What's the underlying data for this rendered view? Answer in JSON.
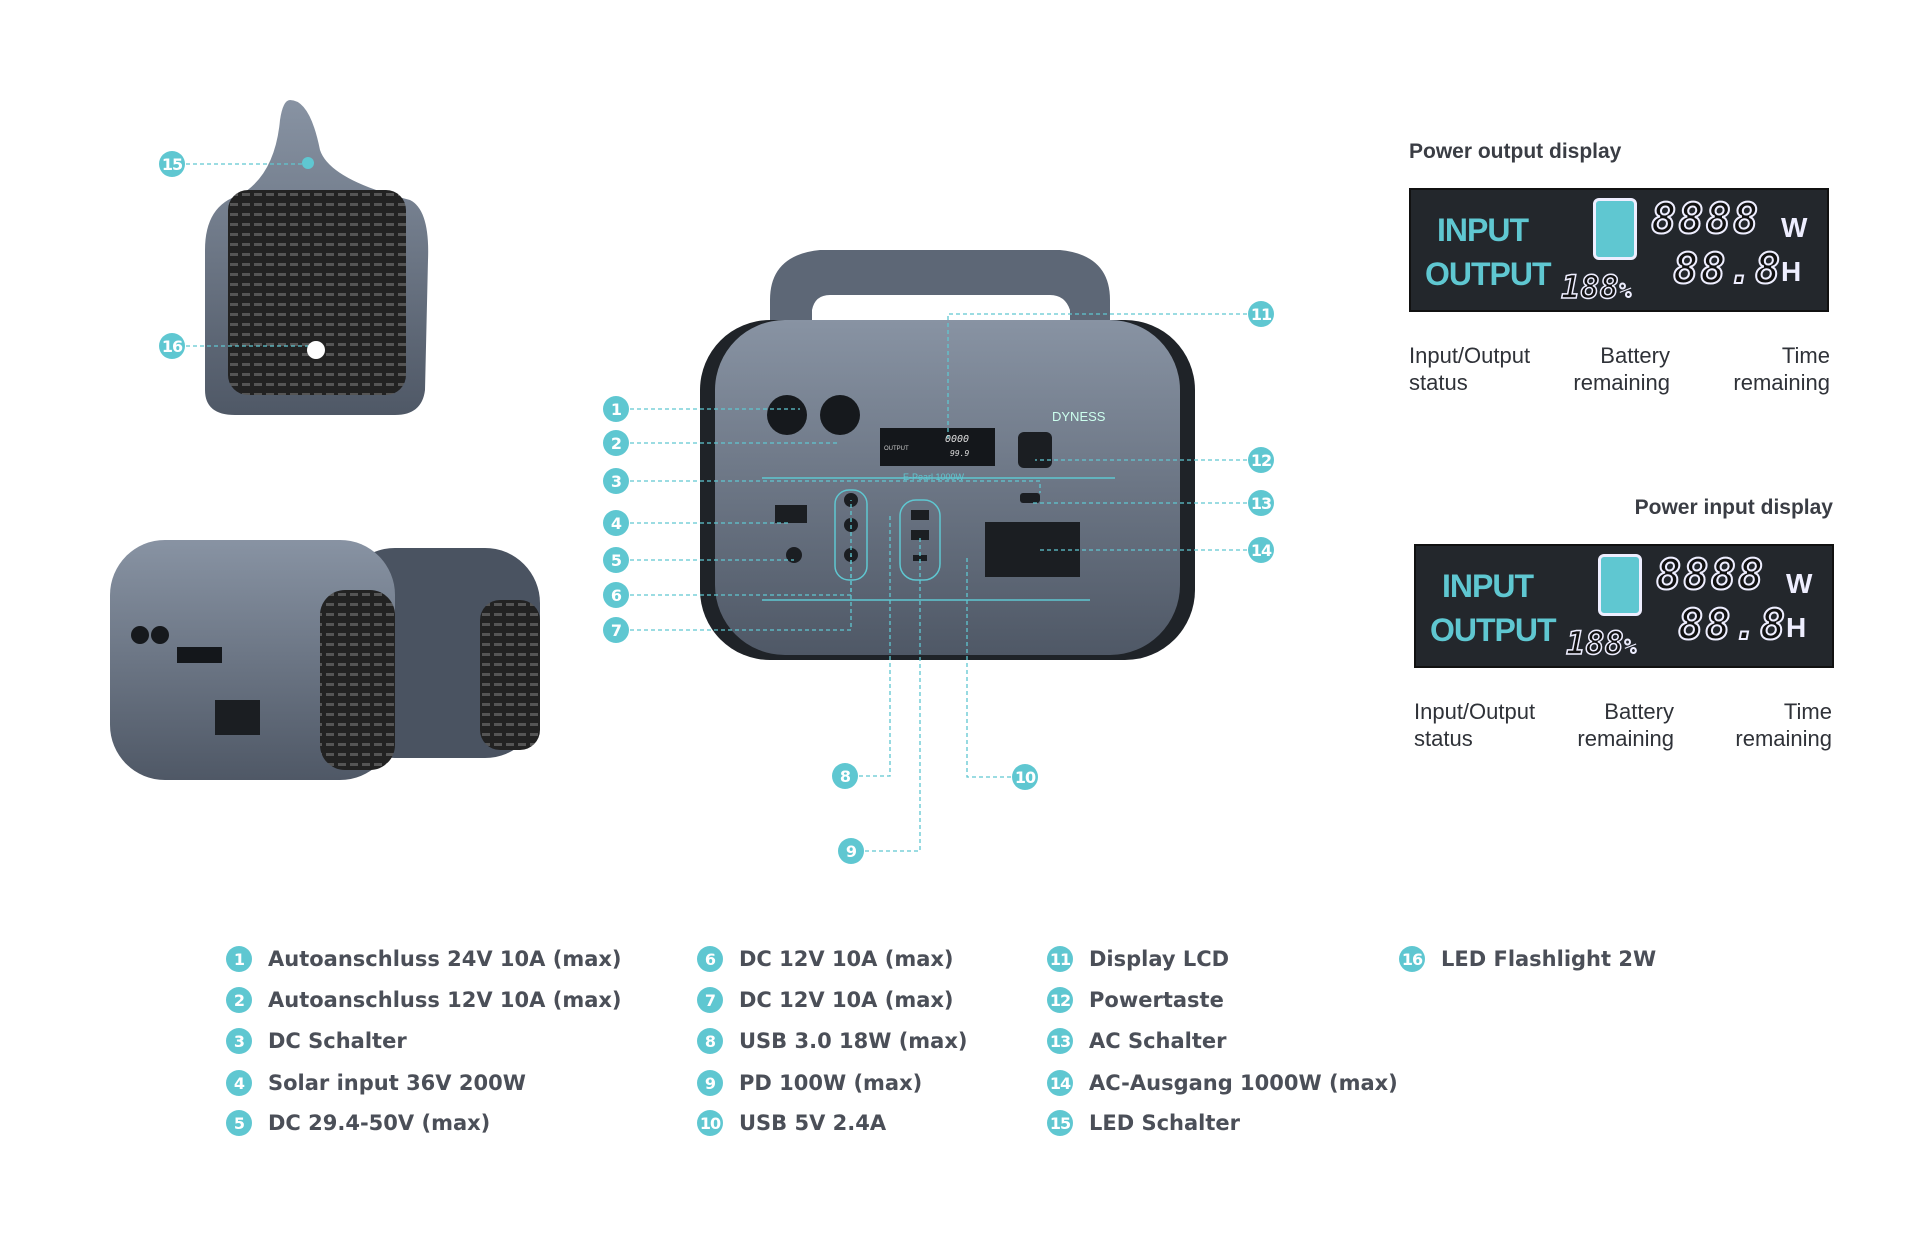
{
  "callouts": [
    "1",
    "2",
    "3",
    "4",
    "5",
    "6",
    "7",
    "8",
    "9",
    "10",
    "11",
    "12",
    "13",
    "14",
    "15",
    "16"
  ],
  "legend": [
    {
      "num": "1",
      "label": "Autoanschluss 24V 10A (max)"
    },
    {
      "num": "2",
      "label": "Autoanschluss 12V 10A (max)"
    },
    {
      "num": "3",
      "label": "DC Schalter"
    },
    {
      "num": "4",
      "label": "Solar input 36V 200W"
    },
    {
      "num": "5",
      "label": "DC 29.4-50V (max)"
    },
    {
      "num": "6",
      "label": "DC 12V 10A (max)"
    },
    {
      "num": "7",
      "label": "DC 12V 10A (max)"
    },
    {
      "num": "8",
      "label": "USB 3.0 18W (max)"
    },
    {
      "num": "9",
      "label": "PD 100W (max)"
    },
    {
      "num": "10",
      "label": "USB 5V 2.4A"
    },
    {
      "num": "11",
      "label": "Display LCD"
    },
    {
      "num": "12",
      "label": "Powertaste"
    },
    {
      "num": "13",
      "label": "AC Schalter"
    },
    {
      "num": "14",
      "label": "AC-Ausgang 1000W (max)"
    },
    {
      "num": "15",
      "label": "LED Schalter"
    },
    {
      "num": "16",
      "label": "LED Flashlight 2W"
    }
  ],
  "device": {
    "brand": "DYNESS",
    "model": "E-Pearl 1000W",
    "lcd_output": "OUTPUT",
    "lcd_top": "0000",
    "lcd_bottom": "99.9"
  },
  "displays": [
    {
      "title": "Power output display",
      "input": "INPUT",
      "output": "OUTPUT",
      "watts": "8888",
      "watt_unit": "W",
      "hours": "88.8",
      "hour_unit": "H",
      "percent": "188",
      "percent_sign": "%",
      "labels": [
        "Input/Output status",
        "Battery remaining",
        "Time remaining"
      ]
    },
    {
      "title": "Power input display",
      "input": "INPUT",
      "output": "OUTPUT",
      "watts": "8888",
      "watt_unit": "W",
      "hours": "88.8",
      "hour_unit": "H",
      "percent": "188",
      "percent_sign": "%",
      "labels": [
        "Input/Output status",
        "Battery remaining",
        "Time remaining"
      ]
    }
  ],
  "colors": {
    "accent": "#5fc7d1",
    "lcd_bg": "#23272c",
    "device": "#6f7b8c"
  }
}
